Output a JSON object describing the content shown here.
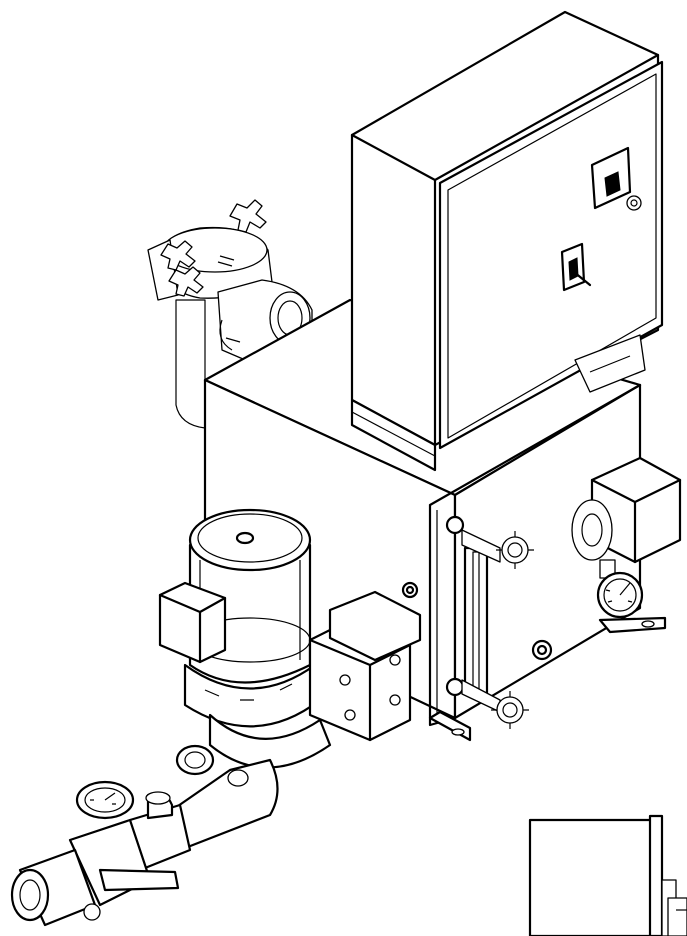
{
  "drawing": {
    "style": "isometric line drawing",
    "line_color": "#000000",
    "background_color": "#ffffff",
    "components": [
      "control-panel",
      "selector-switch",
      "toggle-switch",
      "strainer",
      "tank",
      "sight-glass",
      "pump-motor",
      "junction-box",
      "pressure-gauge",
      "discharge-valve",
      "detail-inset"
    ]
  }
}
